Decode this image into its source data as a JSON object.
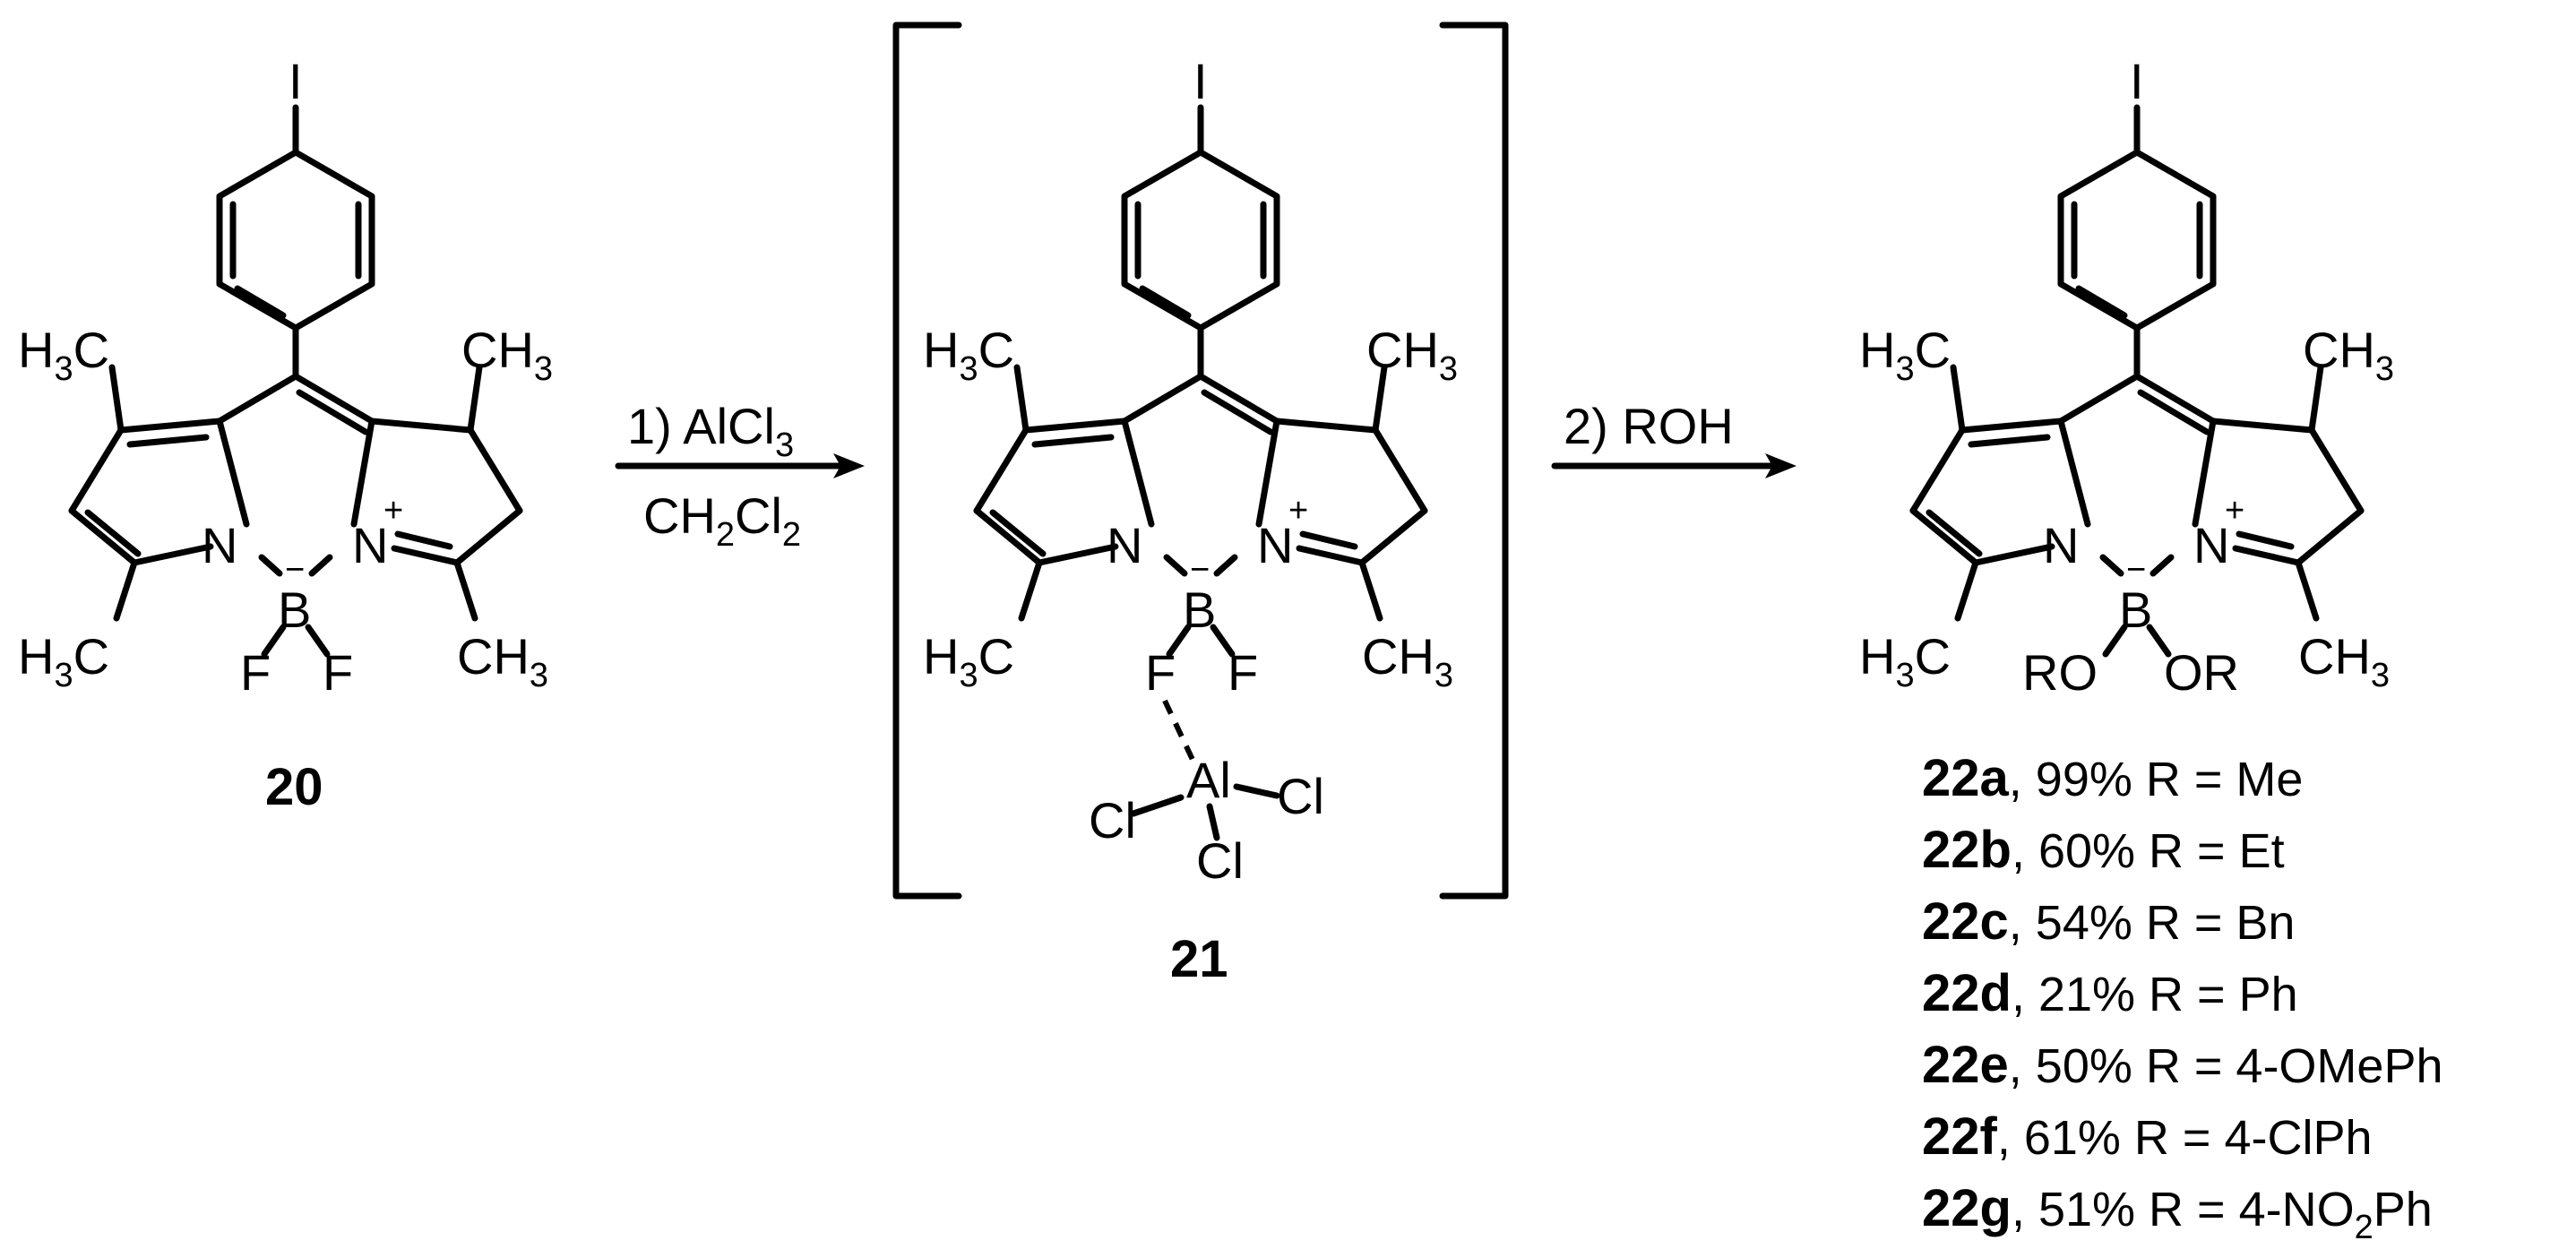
{
  "atoms": {
    "iodo": "I",
    "h3c": "H",
    "h3c_sub": "3",
    "h3c_c": "C",
    "ch3_c": "CH",
    "ch3_sub": "3",
    "nitrogen": "N",
    "boron": "B",
    "fluorine": "F",
    "alkoxy_left": "RO",
    "alkoxy_right": "OR",
    "aluminum": "Al",
    "chlorine": "Cl",
    "plus": "+",
    "minus": "−"
  },
  "compounds": {
    "start": "20",
    "intermediate": "21"
  },
  "reagents": {
    "step1_prefix": "1) AlCl",
    "step1_sub": "3",
    "solvent_a": "CH",
    "solvent_sub1": "2",
    "solvent_b": "Cl",
    "solvent_sub2": "2",
    "step2": "2) ROH"
  },
  "results": [
    {
      "id": "22a",
      "yield": ", 99% R = Me",
      "sub": "",
      "tail": ""
    },
    {
      "id": "22b",
      "yield": ", 60% R = Et",
      "sub": "",
      "tail": ""
    },
    {
      "id": "22c",
      "yield": ", 54% R = Bn",
      "sub": "",
      "tail": ""
    },
    {
      "id": "22d",
      "yield": ", 21% R = Ph",
      "sub": "",
      "tail": ""
    },
    {
      "id": "22e",
      "yield": ", 50% R = 4-OMePh",
      "sub": "",
      "tail": ""
    },
    {
      "id": "22f",
      "yield": ", 61% R = 4-ClPh",
      "sub": "",
      "tail": ""
    },
    {
      "id": "22g",
      "yield": ", 51% R = 4-NO",
      "sub": "2",
      "tail": "Ph"
    }
  ]
}
